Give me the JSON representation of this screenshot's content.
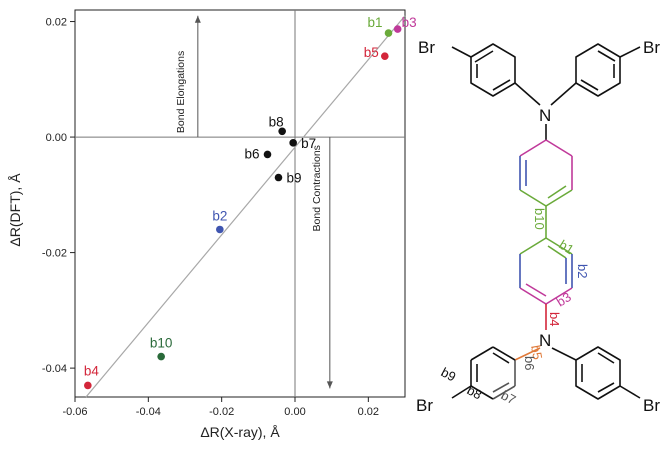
{
  "chart_data": {
    "type": "scatter",
    "xlabel": "ΔR(X-ray), Å",
    "ylabel": "ΔR(DFT), Å",
    "xlim": [
      -0.06,
      0.03
    ],
    "ylim": [
      -0.045,
      0.022
    ],
    "x_ticks": [
      -0.06,
      -0.04,
      -0.02,
      0.0,
      0.02
    ],
    "x_tick_labels": [
      "-0.06",
      "-0.04",
      "-0.02",
      "0.00",
      "0.02"
    ],
    "y_ticks": [
      -0.04,
      -0.02,
      0.0,
      0.02
    ],
    "y_tick_labels": [
      "-0.04",
      "-0.02",
      "0.00",
      "0.02"
    ],
    "grid": false,
    "fit_line": {
      "x": [
        -0.057,
        0.03
      ],
      "y": [
        -0.045,
        0.021
      ],
      "color": "#a8a8a8"
    },
    "reference_lines": {
      "horizontal_at_y": 0.0,
      "vertical_at_x": 0.0
    },
    "annotations": [
      {
        "text": "Bond Elongations",
        "orientation": "vertical",
        "arrow": "up",
        "x": -0.0265,
        "y_from": 0.0,
        "y_to": 0.021
      },
      {
        "text": "Bond Contractions",
        "orientation": "vertical",
        "arrow": "down",
        "x": 0.0095,
        "y_from": 0.0,
        "y_to": -0.0435
      }
    ],
    "points": [
      {
        "label": "b1",
        "x": 0.0255,
        "y": 0.018,
        "color": "#6aaa3a"
      },
      {
        "label": "b3",
        "x": 0.028,
        "y": 0.0187,
        "color": "#c0399a"
      },
      {
        "label": "b5",
        "x": 0.0245,
        "y": 0.014,
        "color": "#d3263a"
      },
      {
        "label": "b8",
        "x": -0.0035,
        "y": 0.001,
        "color": "#111111"
      },
      {
        "label": "b7",
        "x": -0.0005,
        "y": -0.001,
        "color": "#111111"
      },
      {
        "label": "b6",
        "x": -0.0075,
        "y": -0.003,
        "color": "#111111"
      },
      {
        "label": "b9",
        "x": -0.0045,
        "y": -0.007,
        "color": "#111111"
      },
      {
        "label": "b2",
        "x": -0.0205,
        "y": -0.016,
        "color": "#3f55b0"
      },
      {
        "label": "b10",
        "x": -0.0365,
        "y": -0.038,
        "color": "#2a6a3a"
      },
      {
        "label": "b4",
        "x": -0.0565,
        "y": -0.043,
        "color": "#d3263a"
      }
    ]
  },
  "structure": {
    "atoms": {
      "top_left_br": "Br",
      "top_right_br": "Br",
      "top_n": "N",
      "bottom_n": "N",
      "bottom_left_br": "Br",
      "bottom_right_br": "Br"
    },
    "bond_labels": {
      "b10": "b10",
      "b1": "b1",
      "b2": "b2",
      "b3": "b3",
      "b4": "b4",
      "b5": "b5",
      "b6": "b6",
      "b7": "b7",
      "b8": "b8",
      "b9": "b9"
    },
    "colors": {
      "black": "#111111",
      "magenta": "#c0399a",
      "green": "#6aaa3a",
      "blue": "#3f55b0",
      "red": "#d3263a",
      "orange": "#e07a3a",
      "gray": "#555555"
    }
  }
}
